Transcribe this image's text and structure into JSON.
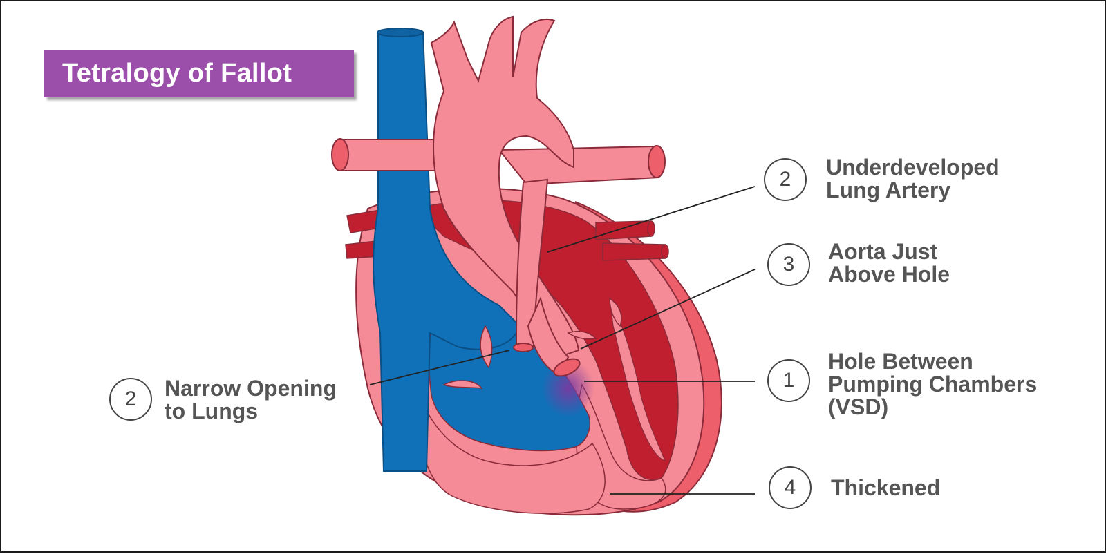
{
  "title": "Tetralogy of Fallot",
  "colors": {
    "banner": "#9b4faa",
    "vein_blue": "#1171b8",
    "light_pink": "#f58b97",
    "dark_red": "#bf1f2e",
    "outline": "#8a2b3a"
  },
  "callouts": [
    {
      "number": "2",
      "lines": [
        "Underdeveloped",
        "Lung Artery"
      ]
    },
    {
      "number": "3",
      "lines": [
        "Aorta Just",
        "Above Hole"
      ]
    },
    {
      "number": "1",
      "lines": [
        "Hole Between",
        "Pumping Chambers",
        "(VSD)"
      ]
    },
    {
      "number": "4",
      "lines": [
        "Thickened"
      ]
    },
    {
      "number": "2",
      "lines": [
        "Narrow Opening",
        "to Lungs"
      ]
    }
  ]
}
